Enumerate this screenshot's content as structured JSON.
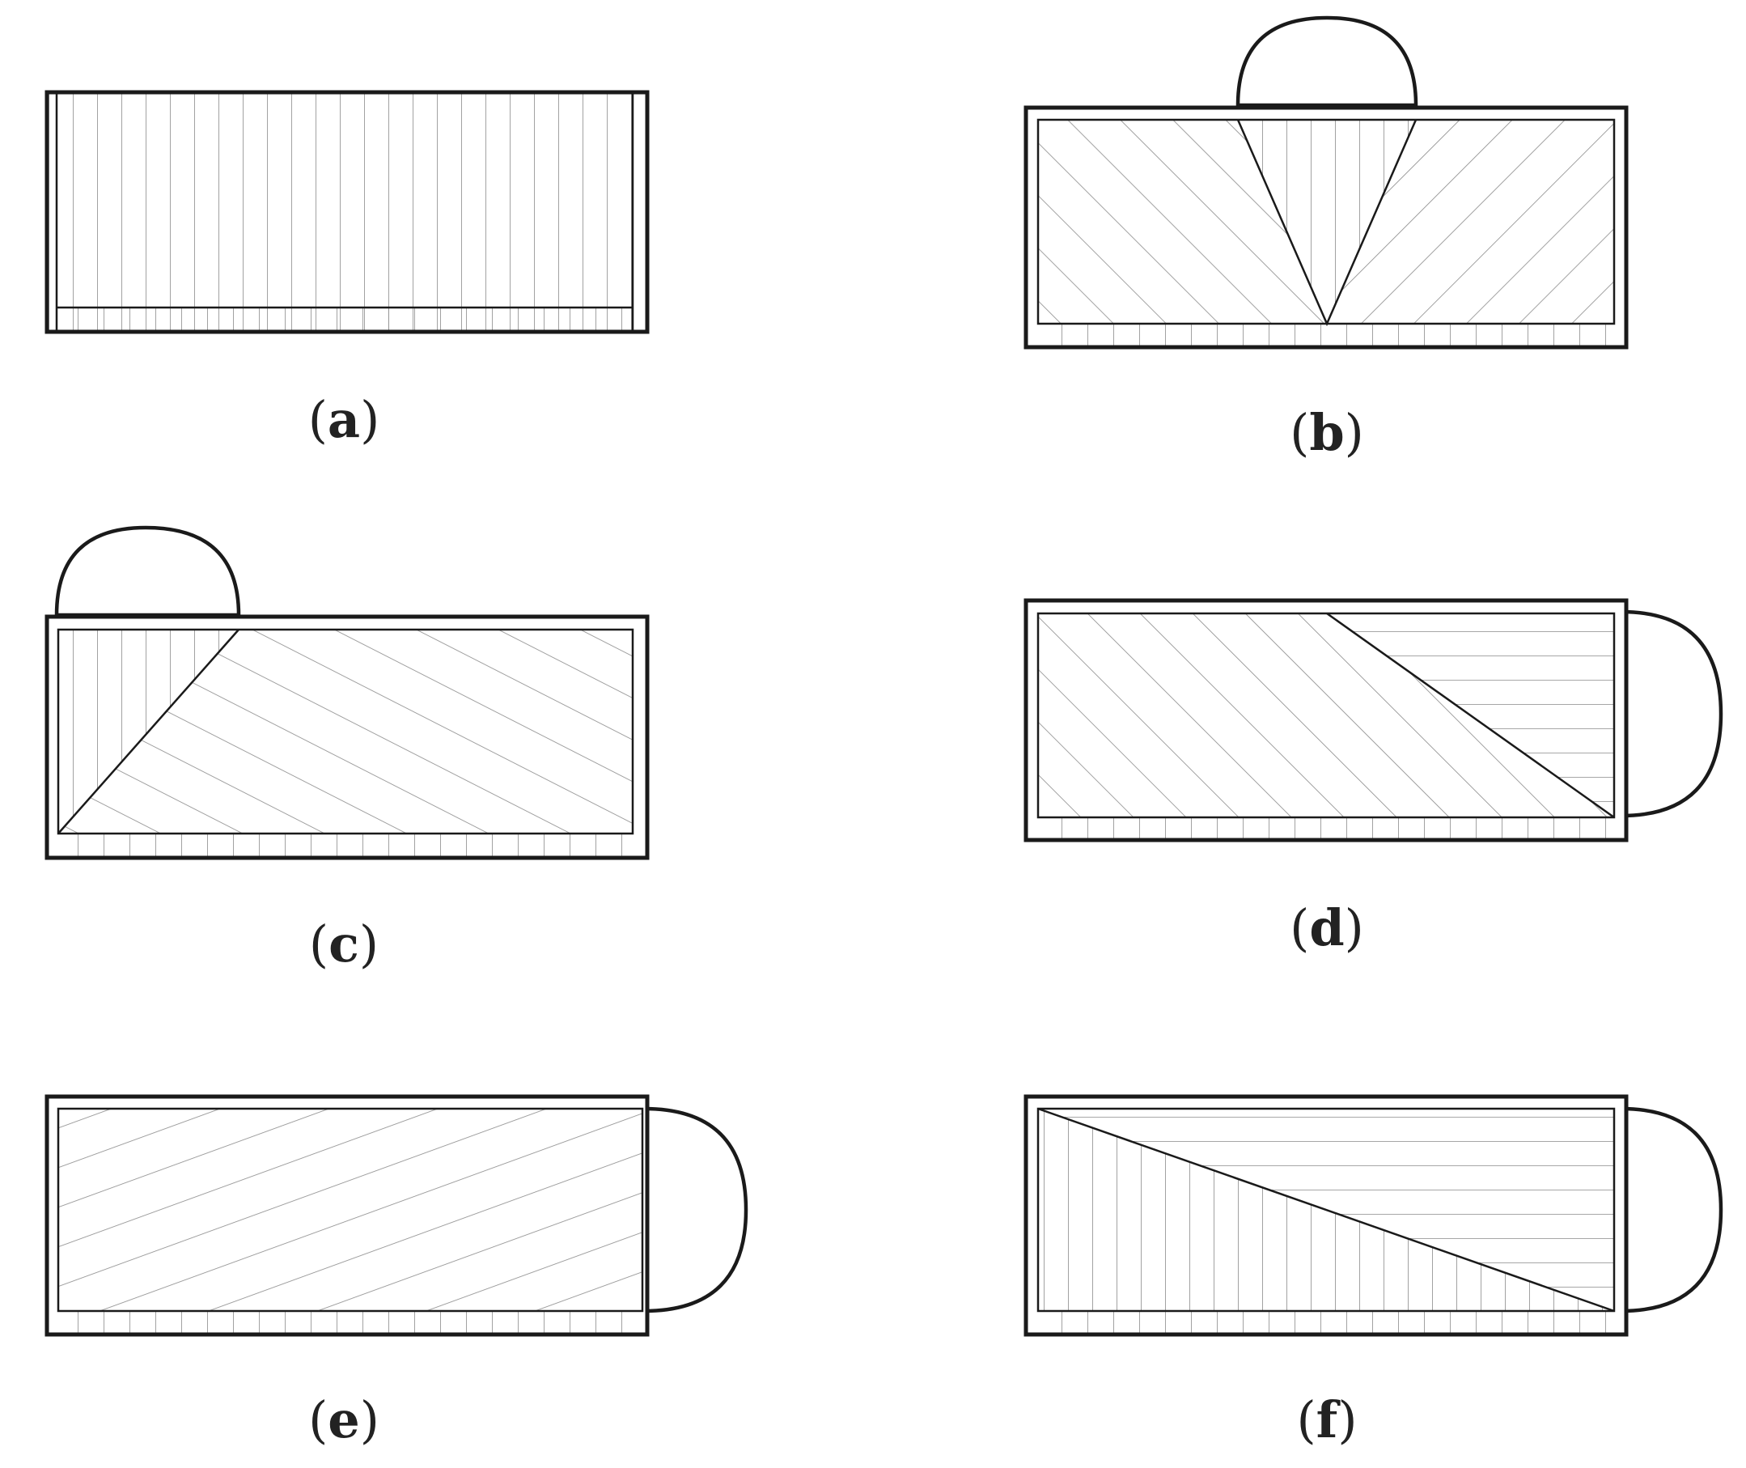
{
  "panels": [
    {
      "id": "a",
      "label": "(a)",
      "letter": "a"
    },
    {
      "id": "b",
      "label": "(b)",
      "letter": "b"
    },
    {
      "id": "c",
      "label": "(c)",
      "letter": "c"
    },
    {
      "id": "d",
      "label": "(d)",
      "letter": "d"
    },
    {
      "id": "e",
      "label": "(e)",
      "letter": "e"
    },
    {
      "id": "f",
      "label": "(f)",
      "letter": "f"
    }
  ],
  "colors": {
    "stroke": "#1a1a1a",
    "hatch": "#8a8a8a",
    "background": "#ffffff"
  }
}
